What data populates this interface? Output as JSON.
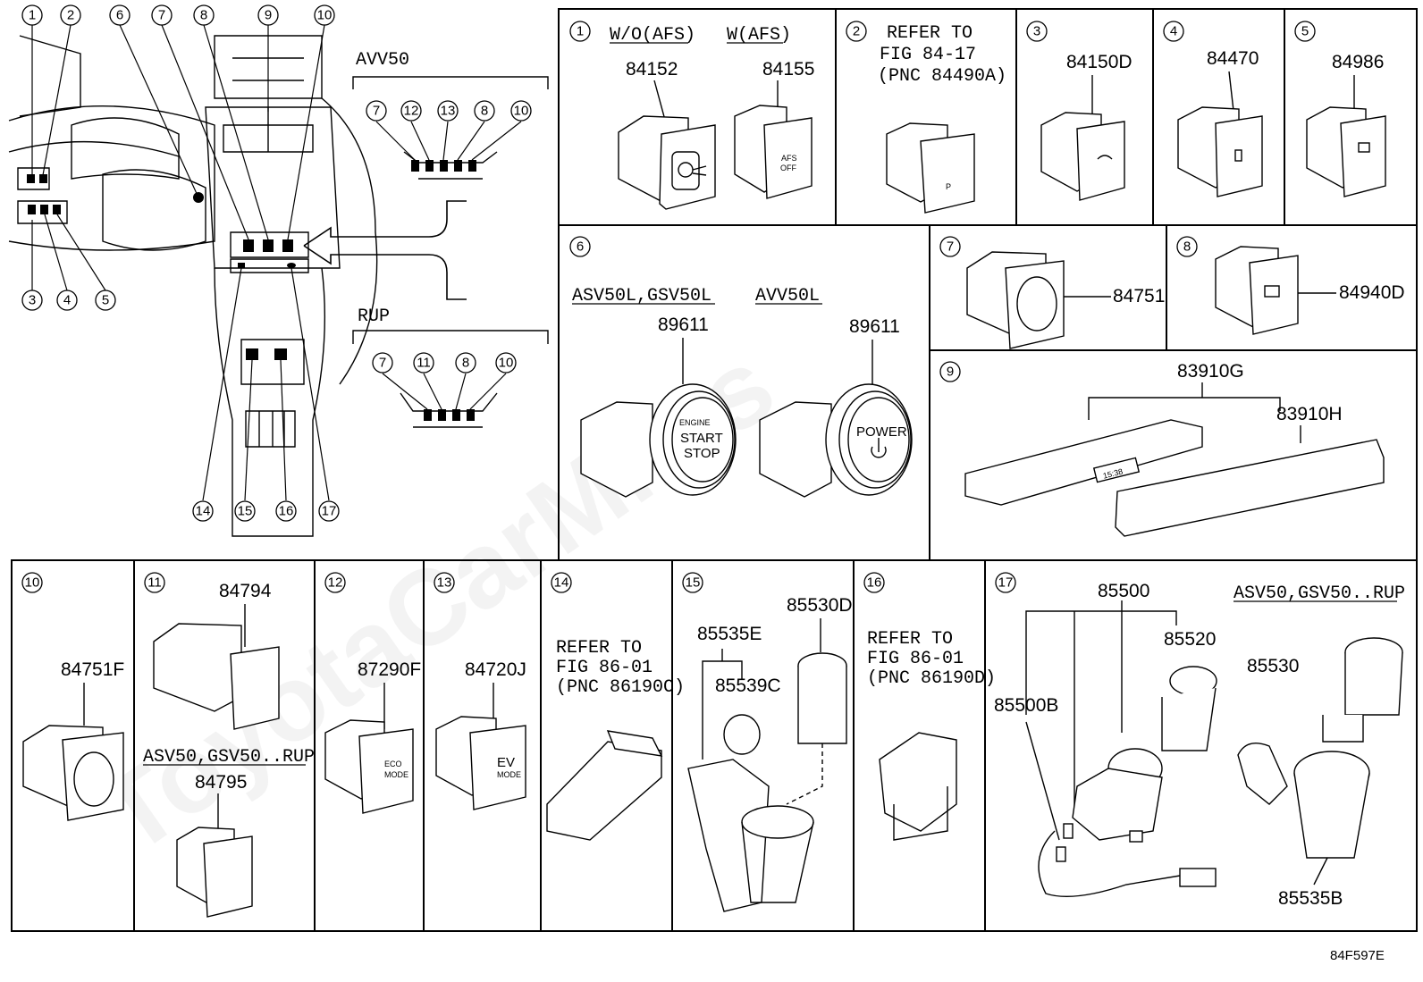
{
  "watermark": "ToyotaCarMiles",
  "figure_code": "84F597E",
  "overview": {
    "callouts": [
      "1",
      "2",
      "3",
      "4",
      "5",
      "6",
      "7",
      "8",
      "9",
      "10",
      "14",
      "15",
      "16",
      "17"
    ],
    "avv50": {
      "label": "AVV50",
      "callouts": [
        "7",
        "12",
        "13",
        "8",
        "10"
      ]
    },
    "rup": {
      "label": "RUP",
      "callouts": [
        "7",
        "11",
        "8",
        "10"
      ]
    }
  },
  "panels": [
    {
      "num": "1",
      "variants": [
        {
          "label": "W/O(AFS)",
          "part": "84152"
        },
        {
          "label": "W(AFS)",
          "part": "84155"
        }
      ]
    },
    {
      "num": "2",
      "refer": [
        "REFER TO",
        "FIG 84-17",
        "(PNC 84490A)"
      ]
    },
    {
      "num": "3",
      "part": "84150D"
    },
    {
      "num": "4",
      "part": "84470"
    },
    {
      "num": "5",
      "part": "84986"
    },
    {
      "num": "6",
      "variants": [
        {
          "label": "ASV50L,GSV50L",
          "part": "89611",
          "button": [
            "ENGINE",
            "START",
            "STOP"
          ]
        },
        {
          "label": "AVV50L",
          "part": "89611",
          "button": [
            "POWER"
          ]
        }
      ]
    },
    {
      "num": "7",
      "part": "84751"
    },
    {
      "num": "8",
      "part": "84940D"
    },
    {
      "num": "9",
      "parts": [
        "83910G",
        "83910H"
      ],
      "clock": "15:38"
    },
    {
      "num": "10",
      "part": "84751F"
    },
    {
      "num": "11",
      "parts": [
        "84794",
        "84795"
      ],
      "note": "ASV50,GSV50..RUP"
    },
    {
      "num": "12",
      "part": "87290F",
      "button": [
        "ECO",
        "MODE"
      ]
    },
    {
      "num": "13",
      "part": "84720J",
      "button": [
        "EV",
        "MODE"
      ]
    },
    {
      "num": "14",
      "refer": [
        "REFER TO",
        "FIG 86-01",
        "(PNC 86190C)"
      ]
    },
    {
      "num": "15",
      "parts": [
        "85530D",
        "85535E",
        "85539C"
      ]
    },
    {
      "num": "16",
      "refer": [
        "REFER TO",
        "FIG 86-01",
        "(PNC 86190D)"
      ]
    },
    {
      "num": "17",
      "parts": [
        "85500",
        "85520",
        "85500B",
        "85530",
        "85535B"
      ],
      "note": "ASV50,GSV50..RUP"
    }
  ],
  "button_text": {
    "afs": [
      "AFS",
      "OFF"
    ]
  }
}
